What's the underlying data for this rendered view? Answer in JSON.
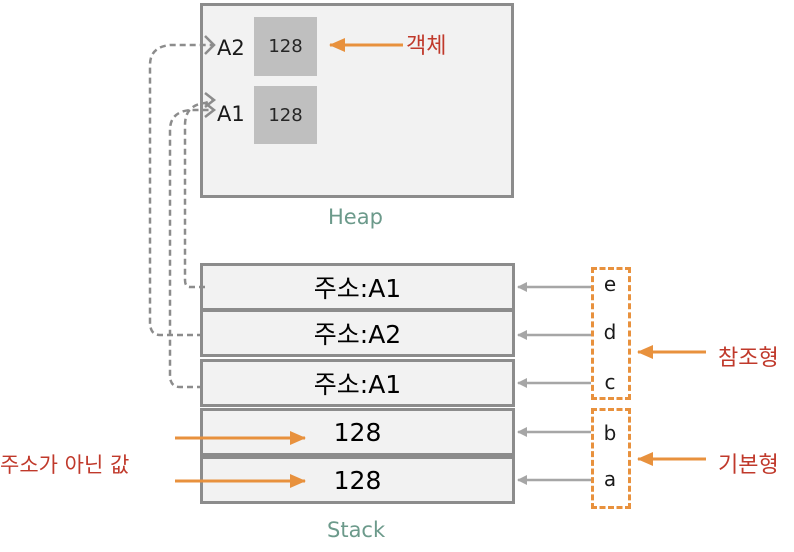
{
  "heap": {
    "label": "Heap",
    "objects": [
      {
        "ref": "A2",
        "value": "128"
      },
      {
        "ref": "A1",
        "value": "128"
      }
    ],
    "object_annotation": "객체"
  },
  "stack": {
    "label": "Stack",
    "cells": [
      "주소:A1",
      "주소:A2",
      "주소:A1",
      "128",
      "128"
    ],
    "variables": [
      "e",
      "d",
      "c",
      "b",
      "a"
    ]
  },
  "groups": {
    "reference_type": "참조형",
    "primitive_type": "기본형"
  },
  "note": "주소가 아닌 값",
  "colors": {
    "accent": "#e8913d",
    "annotation_text": "#c0392b",
    "area_label": "#6c9a8b",
    "box_border": "#8c8c8c",
    "box_fill": "#f2f2f2",
    "object_fill": "#bfbfbf"
  }
}
